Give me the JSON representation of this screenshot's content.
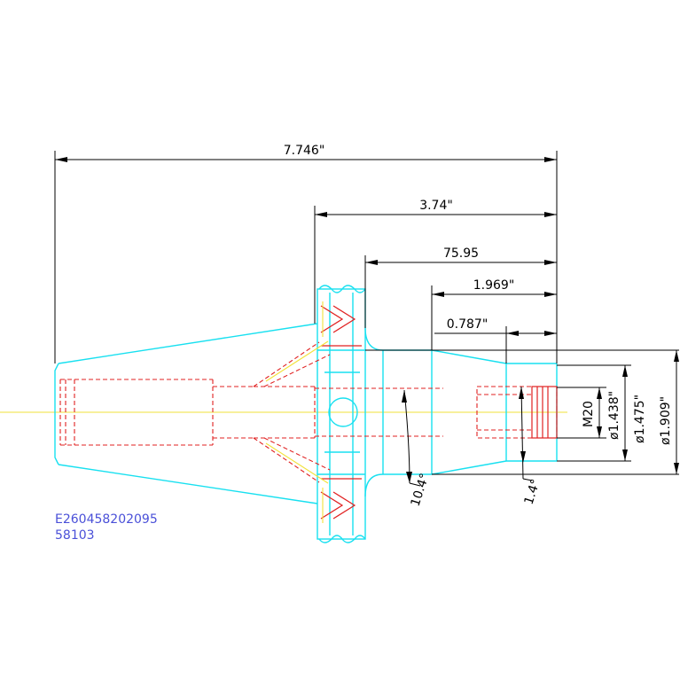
{
  "drawing": {
    "dimensions": {
      "overall_length": "7.746\"",
      "flange_to_end": "3.74\"",
      "collar_to_end": "75.95",
      "shank_length": "1.969\"",
      "nose_length": "0.787\"",
      "thread": "M20",
      "bore_diameter": "ø1.438\"",
      "nose_diameter": "ø1.475\"",
      "shank_diameter": "ø1.909\"",
      "shank_angle": "10.4°",
      "nose_angle": "1.4°"
    },
    "part_numbers": {
      "line1": "E260458202095",
      "line2": "58103"
    },
    "colors": {
      "outline": "#18e0f0",
      "hidden": "#e02020",
      "centerline": "#f2e23a",
      "dimension": "#000000",
      "part_number": "#4a50d8"
    }
  }
}
